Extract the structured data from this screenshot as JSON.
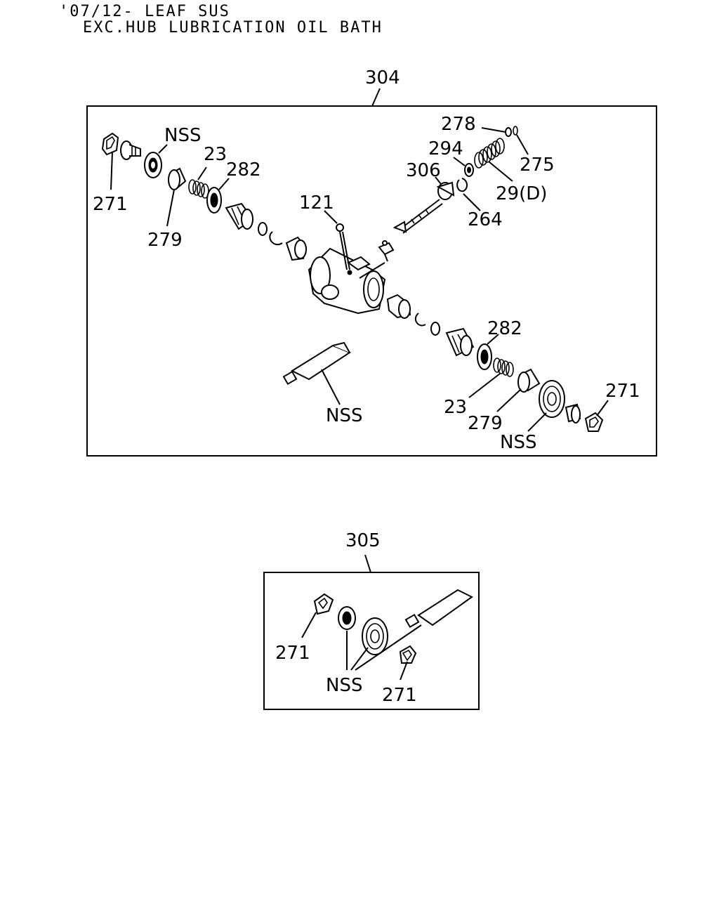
{
  "header": {
    "line1": "'07/12- LEAF SUS",
    "line2": "EXC.HUB LUBRICATION OIL BATH"
  },
  "kit_304": {
    "ref": "304",
    "labels": {
      "nss_top": "NSS",
      "p271_left": "271",
      "p23_left": "23",
      "p282_left": "282",
      "p279_left": "279",
      "p121": "121",
      "p306": "306",
      "p294": "294",
      "p278": "278",
      "p275": "275",
      "p29d": "29(D)",
      "p264": "264",
      "p282_right": "282",
      "p23_right": "23",
      "p279_right": "279",
      "nss_tube": "NSS",
      "nss_bottom": "NSS",
      "p271_right": "271"
    }
  },
  "kit_305": {
    "ref": "305",
    "labels": {
      "p271_a": "271",
      "nss": "NSS",
      "p271_b": "271"
    }
  }
}
